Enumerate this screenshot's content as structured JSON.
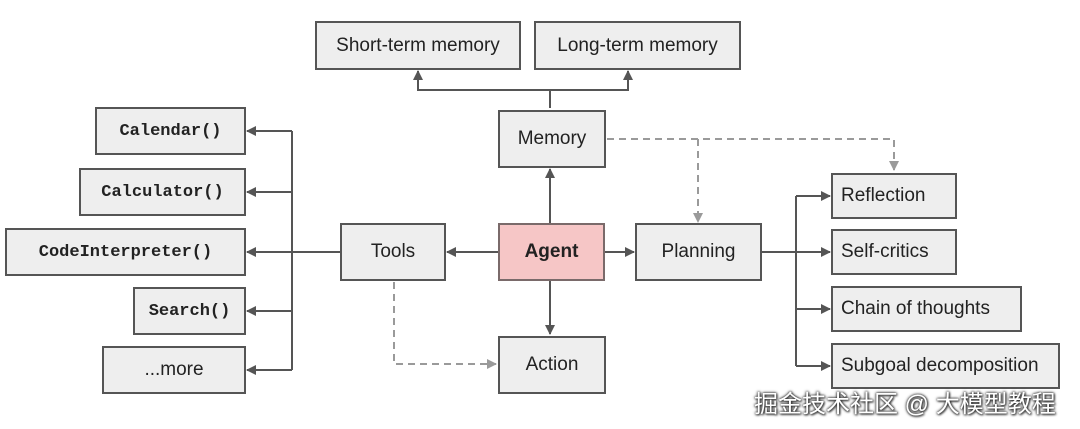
{
  "nodes": {
    "short_term_memory": "Short-term memory",
    "long_term_memory": "Long-term memory",
    "memory": "Memory",
    "agent": "Agent",
    "tools": "Tools",
    "planning": "Planning",
    "action": "Action",
    "calendar": "Calendar()",
    "calculator": "Calculator()",
    "code_interpreter": "CodeInterpreter()",
    "search": "Search()",
    "more": "...more",
    "reflection": "Reflection",
    "self_critics": "Self-critics",
    "chain_of_thoughts": "Chain of thoughts",
    "subgoal_decomposition": "Subgoal decomposition"
  },
  "watermark": "掘金技术社区 @ 大模型教程",
  "colors": {
    "box_fill": "#eeeeee",
    "agent_fill": "#f6c6c6",
    "line": "#555555",
    "dashed_line": "#9a9a9a"
  }
}
